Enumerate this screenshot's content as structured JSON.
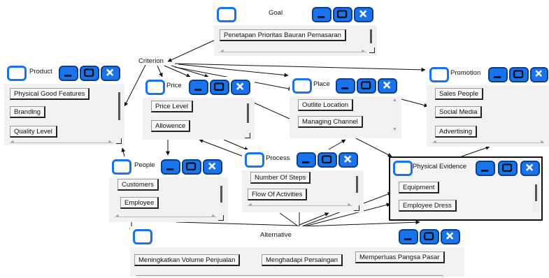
{
  "nodes": {
    "goal": {
      "title": "Goal",
      "items": [
        "Penetapan Prioritas Bauran Pemasaran"
      ]
    },
    "criterion": {
      "label": "Criterion"
    },
    "product": {
      "title": "Product",
      "items": [
        "Physical Good Features",
        "Branding",
        "Quality Level"
      ]
    },
    "price": {
      "title": "Price",
      "items": [
        "Price Level",
        "Allowence"
      ]
    },
    "place": {
      "title": "Place",
      "items": [
        "Outlite Location",
        "Managing Channel"
      ]
    },
    "promotion": {
      "title": "Promotion",
      "items": [
        "Sales People",
        "Social Media",
        "Advertising"
      ]
    },
    "people": {
      "title": "People",
      "items": [
        "Customers",
        "Employee"
      ]
    },
    "process": {
      "title": "Process",
      "items": [
        "Number Of Steps",
        "Flow Of Activities"
      ]
    },
    "physical_evidence": {
      "title": "Physical Evidence",
      "items": [
        "Equipment",
        "Employee Dress"
      ]
    },
    "alternative": {
      "title": "Alternative",
      "items": [
        "Meningkatkan Volume Penjualan",
        "Menghadapi Persaingan",
        "Memperluas Pangsa Pasar"
      ]
    }
  },
  "colors": {
    "accent": "#1a73e8",
    "accent_dark": "#0d3f8f",
    "panel": "#f2f2f2",
    "edge": "#111111"
  },
  "icons": {
    "window": "window-icon",
    "minimize": "minimize-icon",
    "maximize": "maximize-icon",
    "close": "close-icon"
  },
  "scroll_glyphs": {
    "left": "◄",
    "right": "►",
    "up": "▲",
    "down": "▼"
  }
}
